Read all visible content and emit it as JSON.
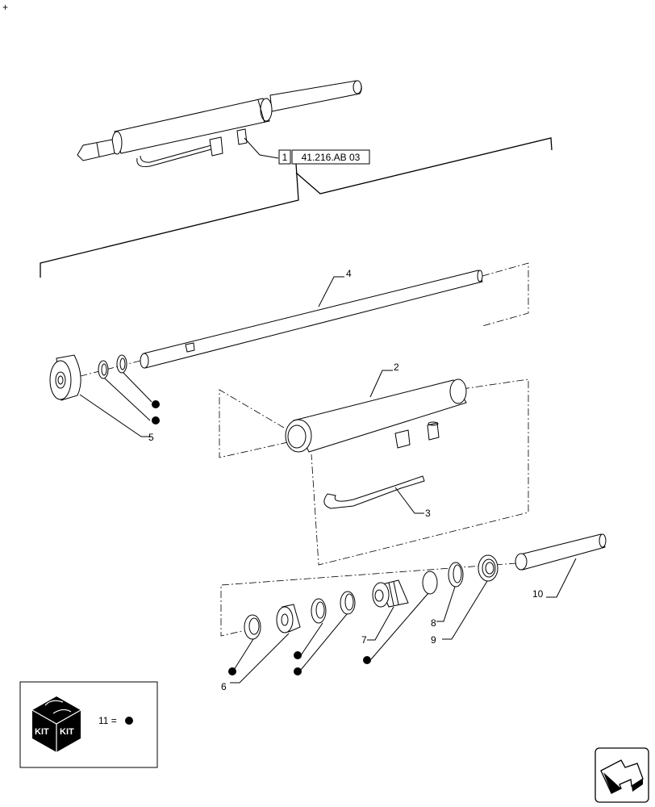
{
  "corner_mark": "+",
  "reference": {
    "qty": "1",
    "code": "41.216.AB 03"
  },
  "callouts": [
    "1",
    "2",
    "3",
    "4",
    "5",
    "6",
    "7",
    "8",
    "9",
    "10"
  ],
  "legend": {
    "kit_text_left": "KIT",
    "kit_text_right": "KIT",
    "equation": "11 ="
  },
  "colors": {
    "line": "#000000",
    "background": "#ffffff"
  },
  "icons": {
    "kit_box": "kit-box-icon",
    "next_page": "next-page-arrow-icon",
    "kit_marker": "filled-dot"
  }
}
